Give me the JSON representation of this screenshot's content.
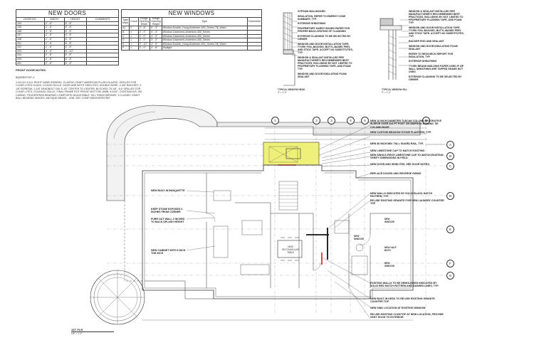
{
  "doors_table": {
    "title": "NEW DOORS",
    "headers": [
      "DOOR NO.",
      "WIDTH",
      "HEIGHT",
      "COMMENTS"
    ],
    "rows": [
      [
        "103",
        "2' - 6\"",
        "6' - 8\"",
        ""
      ],
      [
        "105",
        "2' - 6\"",
        "6' - 8\"",
        ""
      ],
      [
        "106",
        "2' - 6\"",
        "6' - 8\"",
        ""
      ],
      [
        "107",
        "2' - 6\"",
        "6' - 8\"",
        ""
      ],
      [
        "108",
        "2' - 6\"",
        "6' - 8\"",
        ""
      ],
      [
        "201",
        "2' - 6\"",
        "6' - 8\"",
        ""
      ],
      [
        "202",
        "2' - 6\"",
        "6' - 8\"",
        ""
      ],
      [
        "203",
        "4' - 0\"",
        "6' - 10\"",
        ""
      ],
      [
        "204",
        "2' - 6\"",
        "6' - 8\"",
        ""
      ],
      [
        "205",
        "2' - 6\"",
        "6' - 8\"",
        ""
      ],
      [
        "401",
        "2' - 6\"",
        "6' - 8\"",
        ""
      ]
    ]
  },
  "windows_table": {
    "title": "NEW WINDOWS",
    "headers": [
      "Type Mark",
      "Count",
      "Rough Opening Width",
      "Rough Opening Height",
      "Type",
      "Comments"
    ],
    "rows": [
      [
        "A1",
        "2",
        "2' - 8\"",
        "5' - 3\"",
        "Window-Double_Hung-Andersen-400_Series-Tilt_Wash",
        ""
      ],
      [
        "B",
        "1",
        "2' - 0\"",
        "3' - 3\"",
        "Window-Casement-Andersen-400_Series",
        ""
      ],
      [
        "C",
        "1",
        "2' - 0\"",
        "4' - 0\"",
        "Window-Casement-Andersen-400_Series",
        ""
      ],
      [
        "D",
        "1",
        "2' - 0\"",
        "3' - 3\"",
        "Window-Casement-Andersen-400_Series",
        ""
      ],
      [
        "E",
        "1",
        "2' - 10\"",
        "4' - 9\"",
        "Window-Double_Hung-Andersen-400_Series-Tilt_Wash",
        ""
      ],
      [
        "F",
        "1",
        "2' - 0\"",
        "3' - 8\"",
        "Skylight",
        ""
      ]
    ]
  },
  "door_notes": {
    "heading": "FRONT DOOR NOTES:",
    "code": "5Q005XY3/7-1",
    "body": "1-0/3-0/1-5 8-0, RIGHT HAND INSWING, CLASSIC-CRAFT AMERICAN FLUSH-GLAZED, GRILLES FOR CLEAR LITES GLASS, CCA200-SDLLE, DOOR AND BOTH SIDELITES, DOUBLE BORE, 2-3/8\" BACKSET, 2-1/8\" BOREDIA, 2-1/8\" DEADBOLT DIA, 5-1/2\" CENTER TO CENTER, BLOCKED 75-1/8\", 8-6: GRILLES FOR CLEAR LITES, CCA200SL-SDLLE, FINAL FRAME ROT PROOF BOTTOM JAMB, 6-9/16\", CONTINUOUS, NO CASING, TRUDEFENSE BEARING COMPOSITE ADJUSTABLE, SILL FINISH BRONZE, 3 CLASSIC CRAFT BALL BEARING HINGES, ANTIQUE BRASS - USB, SRC COMP WEATHERSTRIP"
  },
  "window_detail_notes_left": [
    "GYPSUM WALLBOARD",
    "INSULATION, REFER TO ENERGY CODE SUMMARY, TYP.",
    "EXTERIOR SHEATHING",
    "PROPRIETARY HARDY BOARD PAPER FOR PROPER BACK-VENTING OF CLADDING",
    "EXTERIOR CLADDING TO BE SELECTED BY OWNER",
    "WINDOW AND DOOR INSTALLATION TAPE, TYVEK FOIL-BACKED, BUTYL-BASED PEEL AND STICK TAPE. ACCEPT NO SUBSTITUTES, TYP.",
    "WINDOW & SEALANT INSTALLED PER MANUFACTURER'S RECOMMENDED BEST PRACTICES, INCLUDING BY NOT LIMITED TO PROPRIETARY FLASHING TAPE, AND FOAM TYP.",
    "WINDOW AND DOOR INSULATING FOAM SEALANT"
  ],
  "window_detail_notes_right": [
    "WINDOW & SEALANT INSTALLED PER MANUFACTURER'S RECOMMENDED BEST PRACTICES, INCLUDING BY NOT LIMITED TO PROPRIETARY FLASHING TAPE, AND FOAM TYP.",
    "WINDOW AND DOOR INSTALLATION TAPE, TYVEK FOIL-BACKED, BUTYL-BASED PEEL AND STICK TAPE. ACCEPT NO SUBSTITUTES, TYP.",
    "BACKER ROD AND SEALANT",
    "WINDOW AND DOOR INSULATING FOAM SEALANT",
    "REFER TO RESCHECK REPORT FOR INSULATION, TYP.",
    "EXTERIOR SHEATHING",
    "TYVEK BRAND BUILDING PAPER USED IF ZIP WALL SHEATHING ARE TAPPED SEAMS NOT USED",
    "EXTERIOR CLADDING TO BE SELECTED BY OWNER"
  ],
  "detail_titles": {
    "head": "TYPICAL WINDOW HEAD",
    "sill": "TYPICAL WINDOW SILL",
    "scale": "3\" = 1'-0\""
  },
  "grid_columns": [
    "1",
    "2",
    "3",
    "4",
    "5",
    "6"
  ],
  "grid_rows": [
    "A",
    "B",
    "C",
    "D",
    "E",
    "F",
    "G"
  ],
  "plan_callouts_right": [
    "NEW 10 INCH DIAMETER TUSCAN COLUMN DECORATIVE SLEEVE OVER 4x4 PT POST ON SIMPSON STRONG TIE COLUMN BASE",
    "NEW CUSTOM MEADOW STONE PLANTERS, TYP.",
    "NEW 36 INCH MIN. TALL GUARD RAIL, TYP.",
    "NEW LIMESTONE CAP TO MATCH EXISTING",
    "NEW SINGLE-PIECE LIMESTONE CAP TO MATCH EXISTING. VERIFY DIMENSIONS IN FIELD.",
    "NEW DOOR AND SIDELITES, SEE DOOR NOTES.",
    "REPLACE DOORS AND REVERSE SWING",
    "NEW WALLS INDICATED BY SOLID BLACK HATCH PATTERN, TYP.",
    "RE-USE EXISTING GRANITE FOR NEW LAUNDRY COUNTER TOP",
    "EXISTING WALLS TO BE DEMOLISHED INDICATED BY SOLID RED HATCH PATTERN AND DASHED LINES, TYP.",
    "NEW BUILT-IN DESK TO RE-USE EXISTING GRANITE COUNTER TOP",
    "NEW SINK LOCATION AT EXISTING WINDOW",
    "RE-USE EXISTING COOKTOP AT NEW LOCATION, PROVIDE VENT HOOD TO EXTERIOR"
  ],
  "plan_callouts_left": [
    "NEW BUILT-IN BANQUETTE",
    "KEEP STONE EXPOSED 4 INCHES FROM CORNER",
    "FURR OUT WALL 2 INCHES TO BACK SPLASH HEIGHT",
    "NEW CABINET WITH 6 INCH TOE-KICK"
  ],
  "room_labels": [
    "NEW WINDOW",
    "NEW WINDOW",
    "NEW HALF BATH",
    "NEW WINDOW",
    "NEW RECTANGULAR TABLE"
  ],
  "plan_title": {
    "name": "1ST FLR",
    "scale": "1/8\" = 1'-0\""
  },
  "colors": {
    "demolished": "#d42020",
    "highlight": "#eef07a",
    "line": "#333333"
  }
}
